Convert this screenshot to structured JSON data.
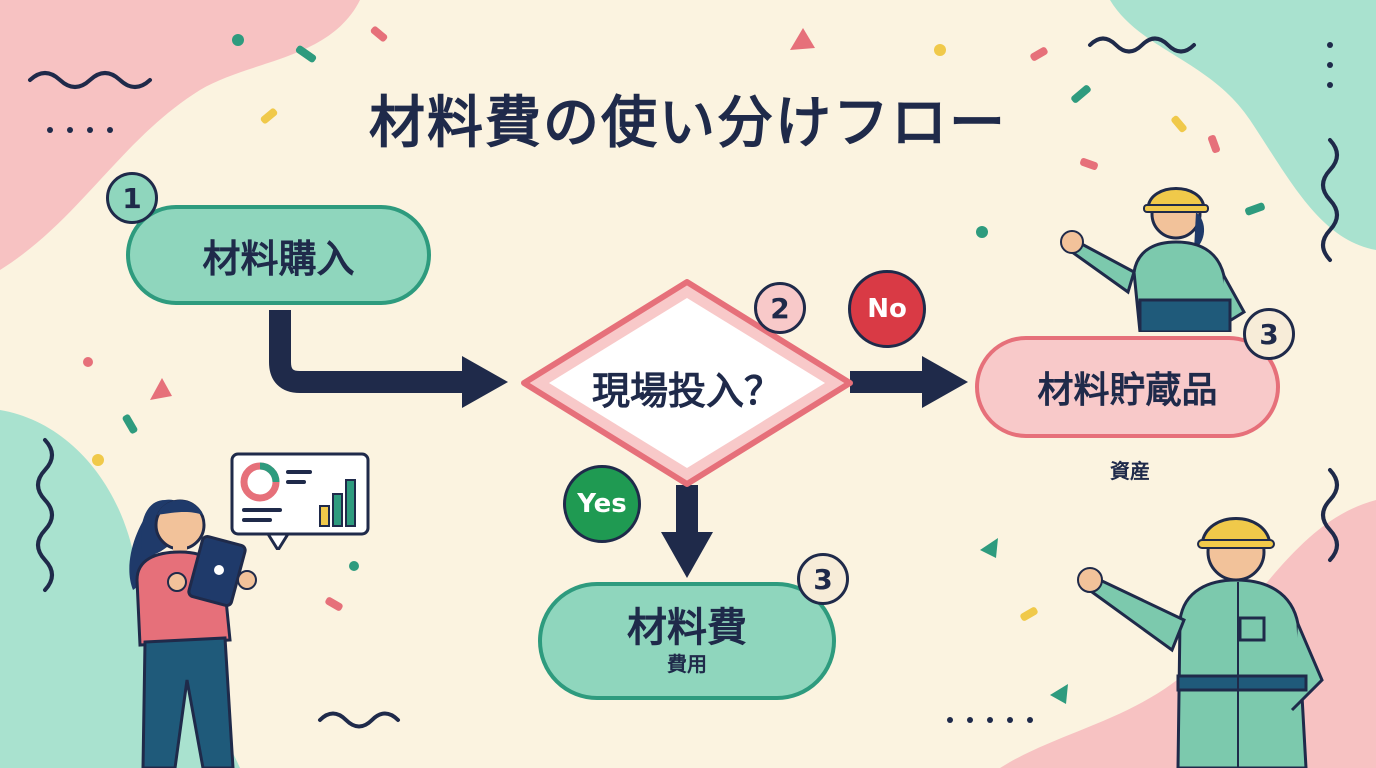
{
  "title": "材料費の使い分けフロー",
  "colors": {
    "background": "#fbf3e0",
    "navy": "#1f2a4a",
    "green_fill": "#8fd6bd",
    "green_border": "#2e9b7e",
    "pink_fill": "#f8c9c9",
    "pink_border": "#e6707a",
    "no_red": "#d93a45",
    "yes_green": "#1f9a52"
  },
  "nodes": {
    "purchase": {
      "step": "1",
      "label": "材料購入"
    },
    "decision": {
      "step": "2",
      "label": "現場投入？"
    },
    "expense": {
      "step": "3",
      "label": "材料費",
      "sub": "費用"
    },
    "inventory": {
      "step": "3",
      "label": "材料貯蔵品",
      "sub": "資産"
    }
  },
  "branches": {
    "no": "No",
    "yes": "Yes"
  },
  "illustrations": [
    "woman-with-tablet-icon",
    "chart-panel-icon",
    "worker-woman-helmet-icon",
    "worker-man-helmet-icon"
  ]
}
